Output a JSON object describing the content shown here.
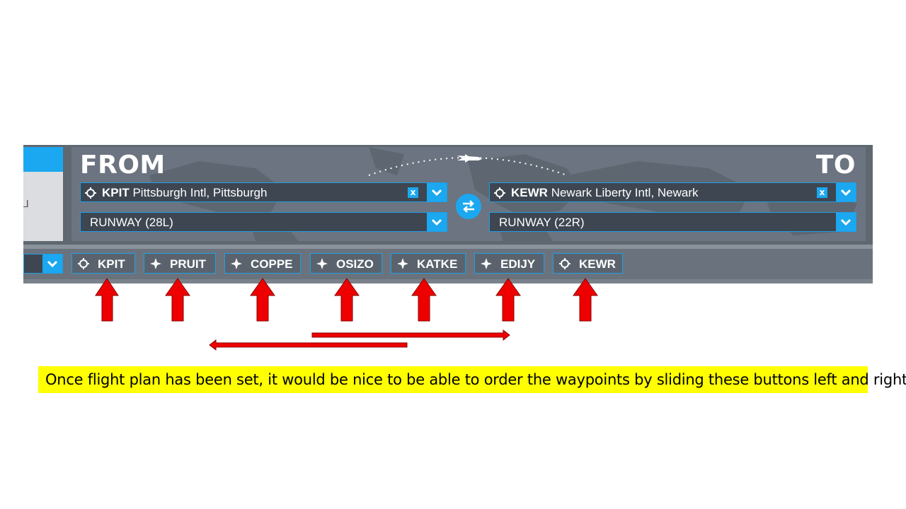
{
  "header": {
    "from_title": "FROM",
    "to_title": "TO"
  },
  "departure": {
    "icao": "KPIT",
    "name": "Pittsburgh Intl, Pittsburgh",
    "runway": "RUNWAY (28L)",
    "clear_label": "x"
  },
  "arrival": {
    "icao": "KEWR",
    "name": "Newark Liberty Intl, Newark",
    "runway": "RUNWAY (22R)",
    "clear_label": "x"
  },
  "waypoints": [
    {
      "label": "KPIT",
      "icon": "airport-icon"
    },
    {
      "label": "PRUIT",
      "icon": "waypoint-star-icon"
    },
    {
      "label": "COPPE",
      "icon": "waypoint-star-icon"
    },
    {
      "label": "OSIZO",
      "icon": "waypoint-star-icon"
    },
    {
      "label": "KATKE",
      "icon": "waypoint-star-icon"
    },
    {
      "label": "EDIJY",
      "icon": "waypoint-star-icon"
    },
    {
      "label": "KEWR",
      "icon": "airport-icon"
    }
  ],
  "annotation": {
    "note": "Once flight plan has been set, it would be nice to be able to order the waypoints by sliding these buttons left and right"
  },
  "colors": {
    "accent": "#1ba8f0",
    "panel": "#5f6871",
    "field": "#3e4651",
    "arrow": "#ee0000",
    "note_bg": "#ffff00"
  }
}
